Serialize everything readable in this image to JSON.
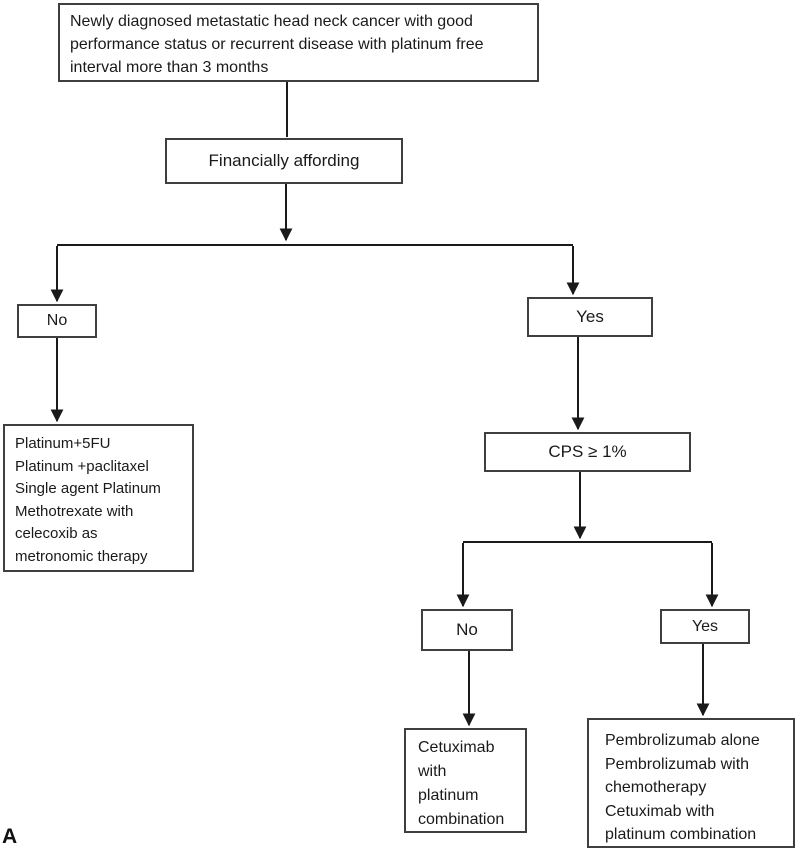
{
  "panel_label": "A",
  "colors": {
    "background": "#ffffff",
    "box_border": "#3f3f3f",
    "connector_line": "#1a1a1a",
    "text": "#1a1a1a"
  },
  "flowchart": {
    "root_condition": {
      "lines": [
        "Newly diagnosed metastatic head neck cancer with good",
        "performance status or recurrent disease with platinum free",
        "interval more than 3 months"
      ]
    },
    "financially_affording": {
      "label": "Financially affording"
    },
    "affording_no": {
      "label": "No"
    },
    "affording_yes": {
      "label": "Yes"
    },
    "no_affording_options": {
      "lines": [
        "Platinum+5FU",
        "Platinum +paclitaxel",
        "Single agent Platinum",
        "Methotrexate with",
        "celecoxib as",
        "metronomic therapy"
      ]
    },
    "cps_condition": {
      "label": "CPS ≥ 1%"
    },
    "cps_no": {
      "label": "No"
    },
    "cps_yes": {
      "label": "Yes"
    },
    "cps_no_options": {
      "lines": [
        "Cetuximab",
        "with",
        "platinum",
        "combination"
      ]
    },
    "cps_yes_options": {
      "lines": [
        "Pembrolizumab alone",
        "Pembrolizumab with",
        "chemotherapy",
        "Cetuximab with",
        "platinum combination"
      ]
    }
  }
}
